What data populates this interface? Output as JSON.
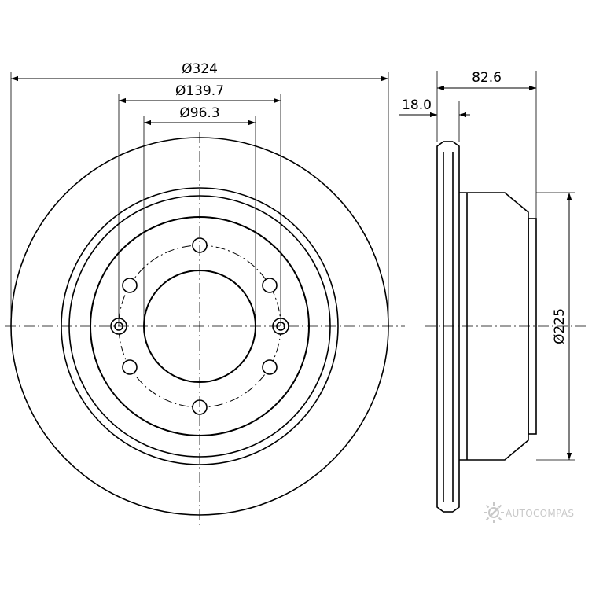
{
  "dimensions": {
    "outer_diameter": "Ø324",
    "bolt_circle": "Ø139.7",
    "center_bore": "Ø96.3",
    "total_height": "82.6",
    "disc_thickness": "18.0",
    "hat_diameter": "Ø225"
  },
  "watermark": {
    "text": "AUTOCOMPAS",
    "icon": "gear-logo-icon"
  },
  "colors": {
    "line": "#000000",
    "watermark": "#c8c8c8"
  }
}
